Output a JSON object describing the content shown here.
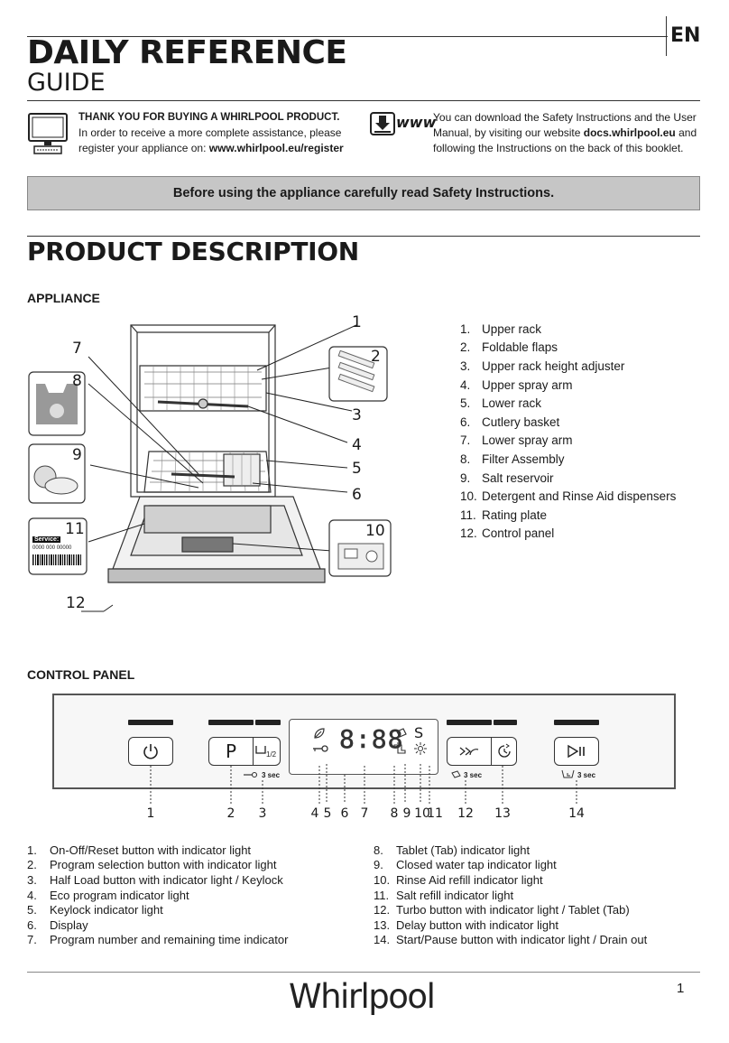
{
  "header": {
    "title": "DAILY REFERENCE",
    "subtitle": "GUIDE",
    "language": "EN"
  },
  "intro": {
    "left_bold": "THANK YOU FOR BUYING A WHIRLPOOL PRODUCT.",
    "left_line1": "In order to receive a more complete  assistance,  please",
    "left_line2_prefix": "register your appliance on: ",
    "left_url": "www.whirlpool.eu/register",
    "www_label": "www",
    "right_line1": "You can download the Safety Instructions and the User",
    "right_line2_prefix": "Manual, by visiting our website ",
    "right_url": "docs.whirlpool.eu",
    "right_line2_suffix": " and",
    "right_line3": "following the Instructions on the back of this booklet."
  },
  "banner": "Before using the appliance carefully read Safety Instructions.",
  "product_description": {
    "title": "PRODUCT  DESCRIPTION",
    "appliance_title": "APPLIANCE",
    "items": [
      {
        "n": "1.",
        "label": "Upper rack"
      },
      {
        "n": "2.",
        "label": "Foldable flaps"
      },
      {
        "n": "3.",
        "label": "Upper rack height adjuster"
      },
      {
        "n": "4.",
        "label": "Upper spray arm"
      },
      {
        "n": "5.",
        "label": "Lower rack"
      },
      {
        "n": "6.",
        "label": "Cutlery basket"
      },
      {
        "n": "7.",
        "label": "Lower spray arm"
      },
      {
        "n": "8.",
        "label": "Filter Assembly"
      },
      {
        "n": "9.",
        "label": "Salt reservoir"
      },
      {
        "n": "10.",
        "label": "Detergent and Rinse Aid dispensers"
      },
      {
        "n": "11.",
        "label": "Rating plate"
      },
      {
        "n": "12.",
        "label": "Control panel"
      }
    ],
    "callouts": [
      "1",
      "2",
      "3",
      "4",
      "5",
      "6",
      "7",
      "8",
      "9",
      "10",
      "11",
      "12"
    ],
    "rating_plate_service": "Service:",
    "rating_plate_number": "0000 000 00000"
  },
  "control_panel": {
    "title": "CONTROL PANEL",
    "display_digits": "8:88",
    "half_load_label": "1/2",
    "hold_label": "3 sec",
    "numbers": [
      "1",
      "2",
      "3",
      "4",
      "5",
      "6",
      "7",
      "8",
      "9",
      "10",
      "11",
      "12",
      "13",
      "14"
    ],
    "items_left": [
      {
        "n": "1.",
        "label": "On-Off/Reset button with indicator light"
      },
      {
        "n": "2.",
        "label": "Program selection button with indicator light"
      },
      {
        "n": "3.",
        "label": "Half Load button with indicator light / Keylock"
      },
      {
        "n": "4.",
        "label": "Eco program indicator light"
      },
      {
        "n": "5.",
        "label": "Keylock indicator light"
      },
      {
        "n": "6.",
        "label": "Display"
      },
      {
        "n": "7.",
        "label": "Program number and remaining time indicator"
      }
    ],
    "items_right": [
      {
        "n": "8.",
        "label": "Tablet (Tab) indicator light"
      },
      {
        "n": "9.",
        "label": "Closed water tap indicator light"
      },
      {
        "n": "10.",
        "label": "Rinse Aid refill indicator light"
      },
      {
        "n": "11.",
        "label": "Salt refill indicator light"
      },
      {
        "n": "12.",
        "label": "Turbo button with indicator light / Tablet (Tab)"
      },
      {
        "n": "13.",
        "label": "Delay button with indicator light"
      },
      {
        "n": "14.",
        "label": "Start/Pause button with indicator light / Drain out"
      }
    ]
  },
  "footer": {
    "brand": "Whirlpool",
    "page_number": "1"
  },
  "icons": [
    "monitor-icon",
    "download-icon",
    "power-icon",
    "program-icon",
    "half-load-icon",
    "key-icon",
    "eco-leaf-icon",
    "tablet-icon",
    "tap-icon",
    "rinse-aid-icon",
    "salt-icon",
    "turbo-icon",
    "delay-icon",
    "start-pause-icon",
    "drain-icon"
  ]
}
